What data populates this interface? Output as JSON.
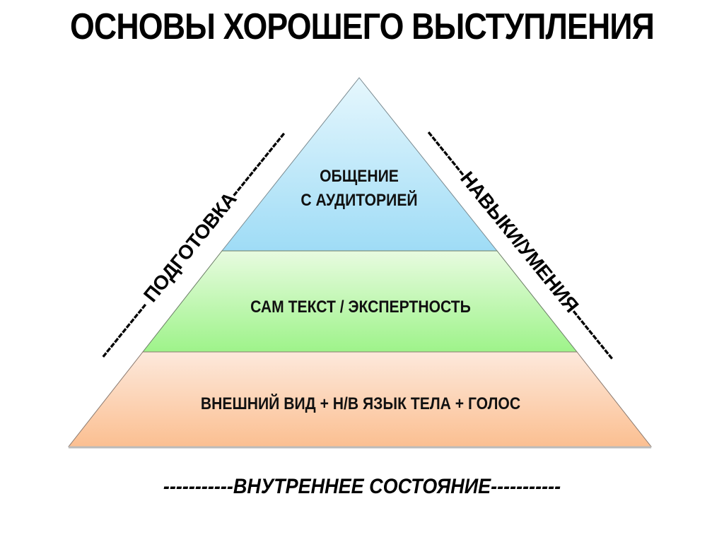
{
  "title": "ОСНОВЫ ХОРОШЕГО ВЫСТУПЛЕНИЯ",
  "pyramid": {
    "levels": [
      {
        "line1": "ОБЩЕНИЕ",
        "line2": "С АУДИТОРИЕЙ",
        "color_top": "#e6f7fd",
        "color_bottom": "#9fdcf6"
      },
      {
        "line1": "САМ ТЕКСТ / ЭКСПЕРТНОСТЬ",
        "color_top": "#e8fbe0",
        "color_bottom": "#9ef38a"
      },
      {
        "line1": "ВНЕШНИЙ ВИД + Н/В ЯЗЫК ТЕЛА + ГОЛОС",
        "color_top": "#fde9dc",
        "color_bottom": "#fbbf91"
      }
    ]
  },
  "left_label": "----------- ПОДГОТОВКА-------------",
  "right_label": "---------НАВЫКИ/УМЕНИЯ----------",
  "bottom_label": "-----------ВНУТРЕННЕЕ СОСТОЯНИЕ-----------"
}
